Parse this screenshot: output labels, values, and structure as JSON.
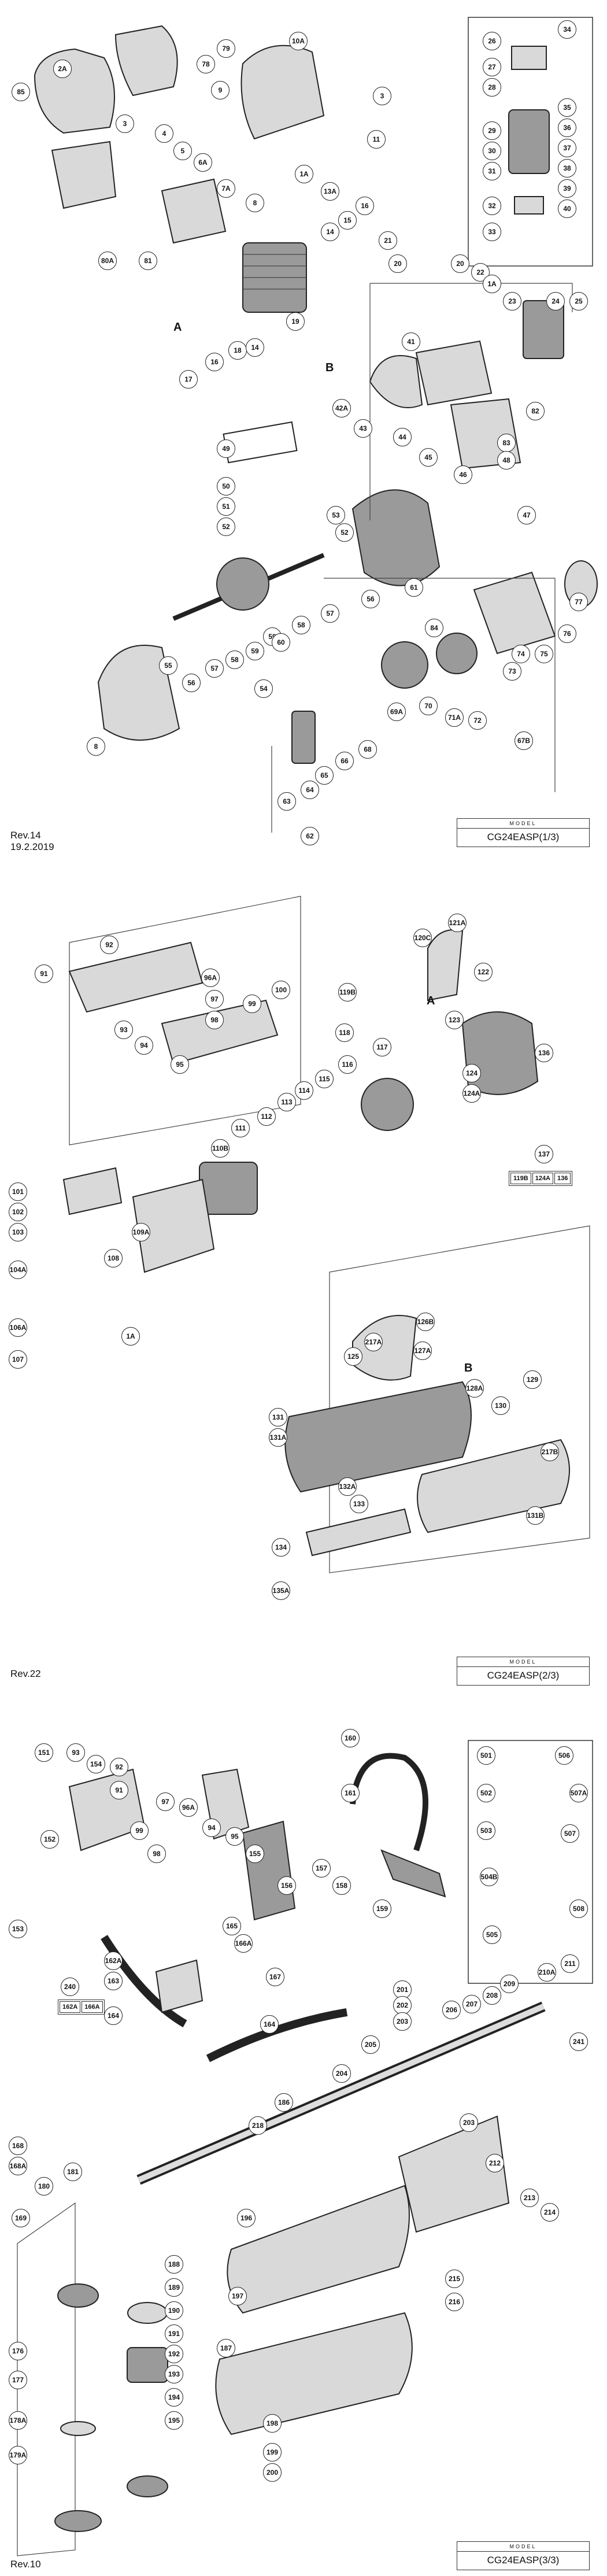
{
  "sheets": [
    {
      "revision": "Rev.14",
      "date": "19.2.2019",
      "model_label": "MODEL",
      "model_code": "CG24EASP(1/3)",
      "letters": [
        "A",
        "B"
      ],
      "callouts": [
        "85",
        "2A",
        "3",
        "79",
        "78",
        "9",
        "10A",
        "3",
        "11",
        "4",
        "5",
        "6A",
        "80A",
        "81",
        "7A",
        "1A",
        "13A",
        "8",
        "14",
        "15",
        "16",
        "26",
        "34",
        "27",
        "28",
        "35",
        "29",
        "36",
        "30",
        "37",
        "31",
        "38",
        "32",
        "39",
        "40",
        "33",
        "21",
        "20",
        "20",
        "22",
        "1A",
        "23",
        "24",
        "25",
        "19",
        "17",
        "16",
        "18",
        "14",
        "41",
        "42A",
        "43",
        "44",
        "45",
        "46",
        "82",
        "83",
        "47",
        "48",
        "49",
        "50",
        "51",
        "52",
        "53",
        "52",
        "61",
        "56",
        "57",
        "58",
        "59",
        "55",
        "56",
        "57",
        "58",
        "59",
        "60",
        "54",
        "84",
        "69A",
        "70",
        "71A",
        "72",
        "73",
        "74",
        "75",
        "76",
        "77",
        "67B",
        "68",
        "66",
        "65",
        "64",
        "63",
        "62",
        "8"
      ]
    },
    {
      "revision": "Rev.22",
      "model_label": "MODEL",
      "model_code": "CG24EASP(2/3)",
      "letters": [
        "A",
        "B"
      ],
      "kit": [
        "119B",
        "124A",
        "136"
      ],
      "callouts": [
        "92",
        "91",
        "96A",
        "97",
        "98",
        "99",
        "100",
        "93",
        "94",
        "95",
        "121A",
        "120C",
        "122",
        "119B",
        "123",
        "118",
        "117",
        "116",
        "115",
        "114",
        "113",
        "112",
        "111",
        "110B",
        "124",
        "124A",
        "136",
        "137",
        "101",
        "102",
        "103",
        "104A",
        "108",
        "109A",
        "106A",
        "107",
        "1A",
        "125",
        "126B",
        "127A",
        "128A",
        "129",
        "130",
        "131",
        "131A",
        "132A",
        "133",
        "217A",
        "217B",
        "131B",
        "134",
        "135A"
      ]
    },
    {
      "revision": "Rev.10",
      "model_label": "MODEL",
      "model_code": "CG24EASP(3/3)",
      "kit": [
        "162A",
        "166A"
      ],
      "callouts": [
        "151",
        "93",
        "154",
        "92",
        "91",
        "152",
        "97",
        "96A",
        "94",
        "95",
        "99",
        "98",
        "155",
        "156",
        "160",
        "161",
        "157",
        "158",
        "159",
        "501",
        "506",
        "502",
        "507A",
        "503",
        "507",
        "504B",
        "505",
        "508",
        "153",
        "165",
        "166A",
        "162A",
        "163",
        "164",
        "240",
        "167",
        "164",
        "201",
        "202",
        "203",
        "204",
        "205",
        "206",
        "207",
        "208",
        "209",
        "210A",
        "211",
        "241",
        "186",
        "218",
        "203",
        "212",
        "213",
        "214",
        "168",
        "168A",
        "180",
        "181",
        "169",
        "196",
        "197",
        "215",
        "216",
        "188",
        "189",
        "190",
        "191",
        "192",
        "193",
        "194",
        "195",
        "187",
        "176",
        "177",
        "178A",
        "179A",
        "198",
        "199",
        "200"
      ]
    }
  ]
}
